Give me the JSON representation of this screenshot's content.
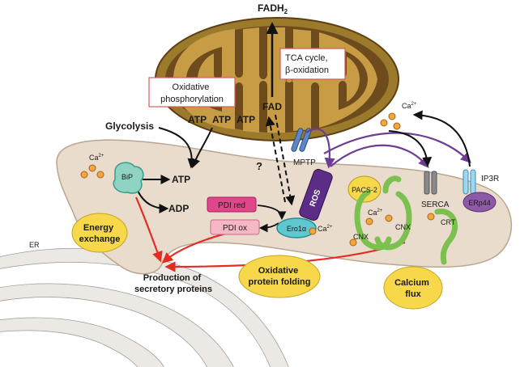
{
  "labels": {
    "fadh2": "FADH",
    "fadh2_sub": "2",
    "tca": [
      "TCA cycle,",
      "β-oxidation"
    ],
    "oxphos": [
      "Oxidative",
      "phosphorylation"
    ],
    "atp1": "ATP",
    "atp2": "ATP",
    "atp3": "ATP",
    "fad": "FAD",
    "glycolysis": "Glycolysis",
    "atp_main": "ATP",
    "adp": "ADP",
    "bip": "BiP",
    "ca": "Ca",
    "ca_sup": "2+",
    "mptp": "MPTP",
    "question": "?",
    "pdi_red": "PDI red",
    "pdi_ox": "PDI ox",
    "ero1a": "Ero1α",
    "ros": "ROS",
    "pacs2": "PACS-2",
    "cnx": "CNX",
    "serca": "SERCA",
    "ip3r": "IP3R",
    "erp44": "ERp44",
    "crt": "CRT",
    "er": "ER",
    "energy": [
      "Energy",
      "exchange"
    ],
    "production": [
      "Production of",
      "secretory proteins"
    ],
    "oxfold": [
      "Oxidative",
      "protein folding"
    ],
    "calcium": [
      "Calcium",
      "flux"
    ]
  },
  "colors": {
    "mito_outer": "#9c7a2c",
    "mito_inner": "#6e4b1d",
    "mito_matrix": "#c79c45",
    "er_fill": "#e9dccd",
    "bip": "#8fd3c3",
    "ero1a": "#5ec7cf",
    "pdi_red": "#e0468a",
    "pdi_ox": "#f6b7c4",
    "ros": "#5b2d86",
    "cnx": "#7cc04f",
    "yellow": "#f7d84a",
    "ion": "#f2a63b",
    "purple_arrow": "#6d3d96",
    "red_arrow": "#e32d23",
    "serca": "#8a8a8a",
    "ip3r": "#9fd6ee",
    "erp44": "#8d5aa6"
  }
}
